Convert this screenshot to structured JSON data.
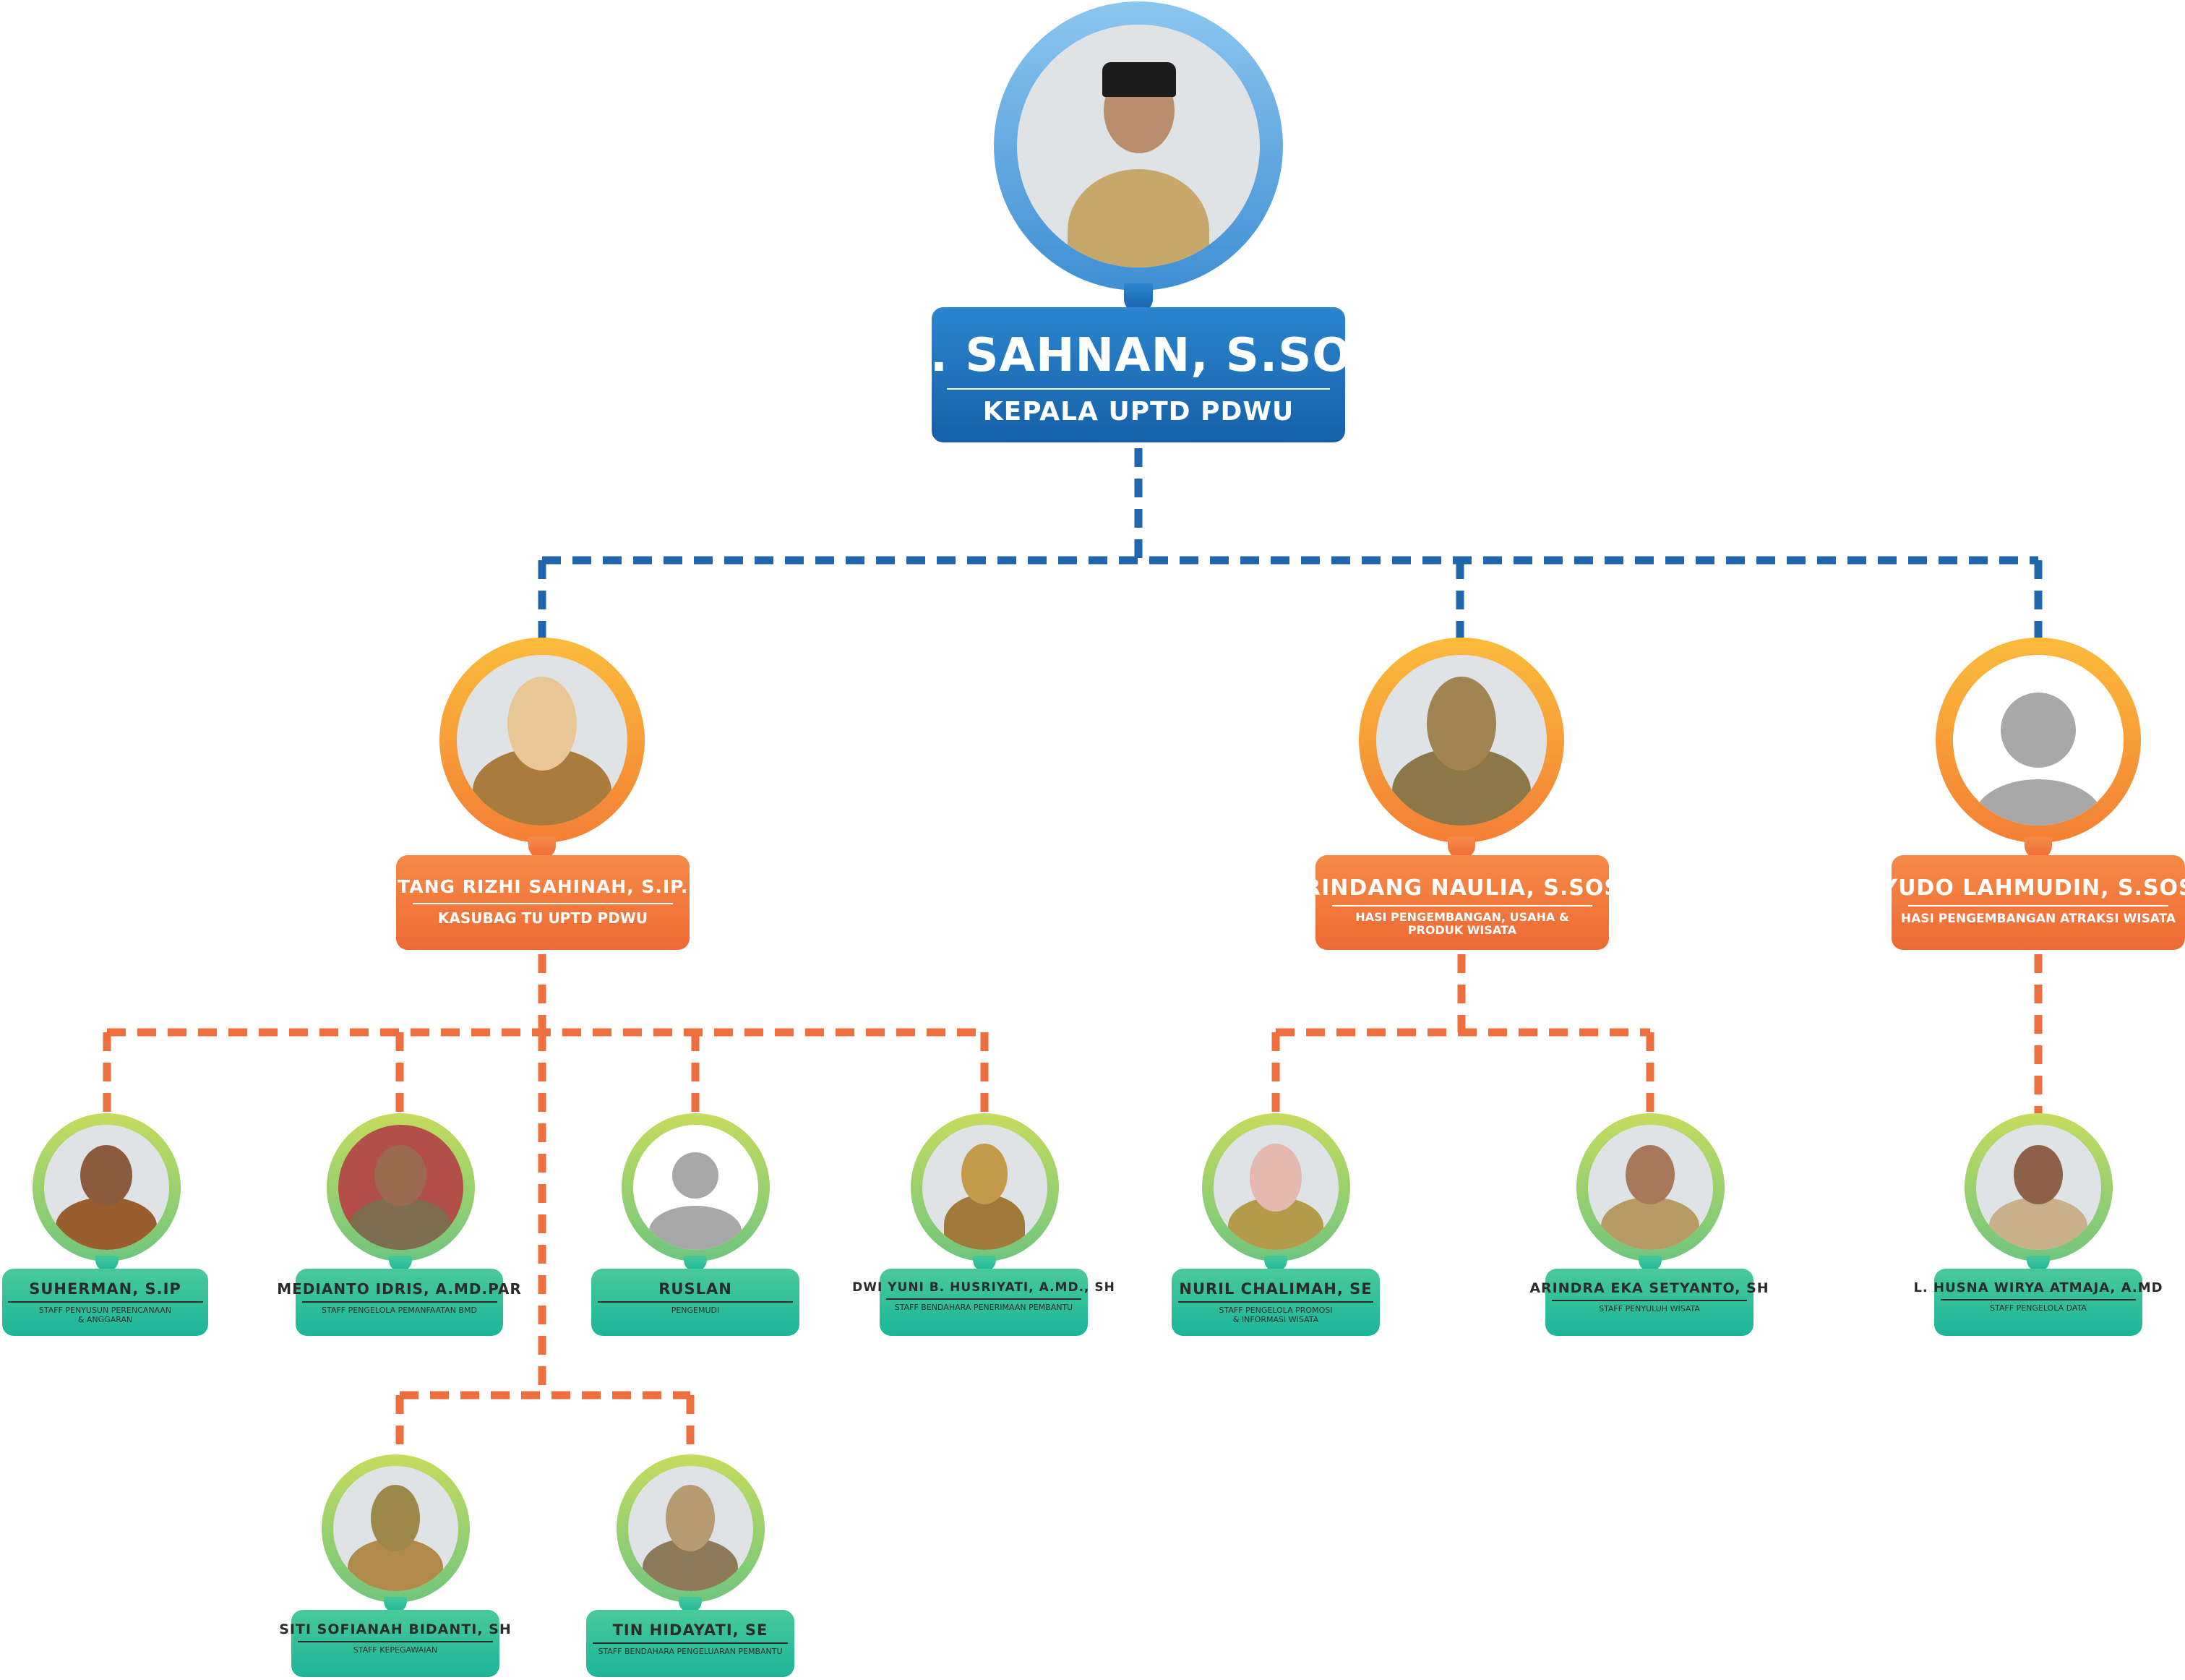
{
  "colors": {
    "blue_line": "#1f66ad",
    "orange_line": "#ee6e3e",
    "blue_box": "#1a6cb3",
    "orange_box": "#f07a3e",
    "green_box": "#2cbf9c"
  },
  "head": {
    "name": "H. SAHNAN, S.SOS",
    "role": "KEPALA UPTD PDWU"
  },
  "managers": [
    {
      "name": "BINTANG RIZHI SAHINAH, S.IP.MM",
      "role": "KASUBAG TU UPTD PDWU"
    },
    {
      "name": "RINDANG NAULIA, S.SOS",
      "role": "HASI PENGEMBANGAN, USAHA &\nPRODUK WISATA"
    },
    {
      "name": "YUDO LAHMUDIN, S.SOS",
      "role": "HASI PENGEMBANGAN ATRAKSI WISATA"
    }
  ],
  "staff": [
    {
      "name": "SUHERMAN, S.IP",
      "role": "STAFF PENYUSUN PERENCANAAN\n& ANGGARAN"
    },
    {
      "name": "MEDIANTO IDRIS, A.MD.PAR",
      "role": "STAFF PENGELOLA PEMANFAATAN BMD"
    },
    {
      "name": "RUSLAN",
      "role": "PENGEMUDI"
    },
    {
      "name": "DWI YUNI B. HUSRIYATI, A.MD., SH",
      "role": "STAFF BENDAHARA PENERIMAAN PEMBANTU"
    },
    {
      "name": "NURIL CHALIMAH, SE",
      "role": "STAFF PENGELOLA PROMOSI\n& INFORMASI WISATA"
    },
    {
      "name": "ARINDRA EKA SETYANTO, SH",
      "role": "STAFF PENYULUH WISATA"
    },
    {
      "name": "L. HUSNA WIRYA ATMAJA, A.MD",
      "role": "STAFF PENGELOLA DATA"
    },
    {
      "name": "SITI SOFIANAH BIDANTI, SH",
      "role": "STAFF KEPEGAWAIAN"
    },
    {
      "name": "TIN HIDAYATI, SE",
      "role": "STAFF BENDAHARA PENGELUARAN PEMBANTU"
    }
  ]
}
